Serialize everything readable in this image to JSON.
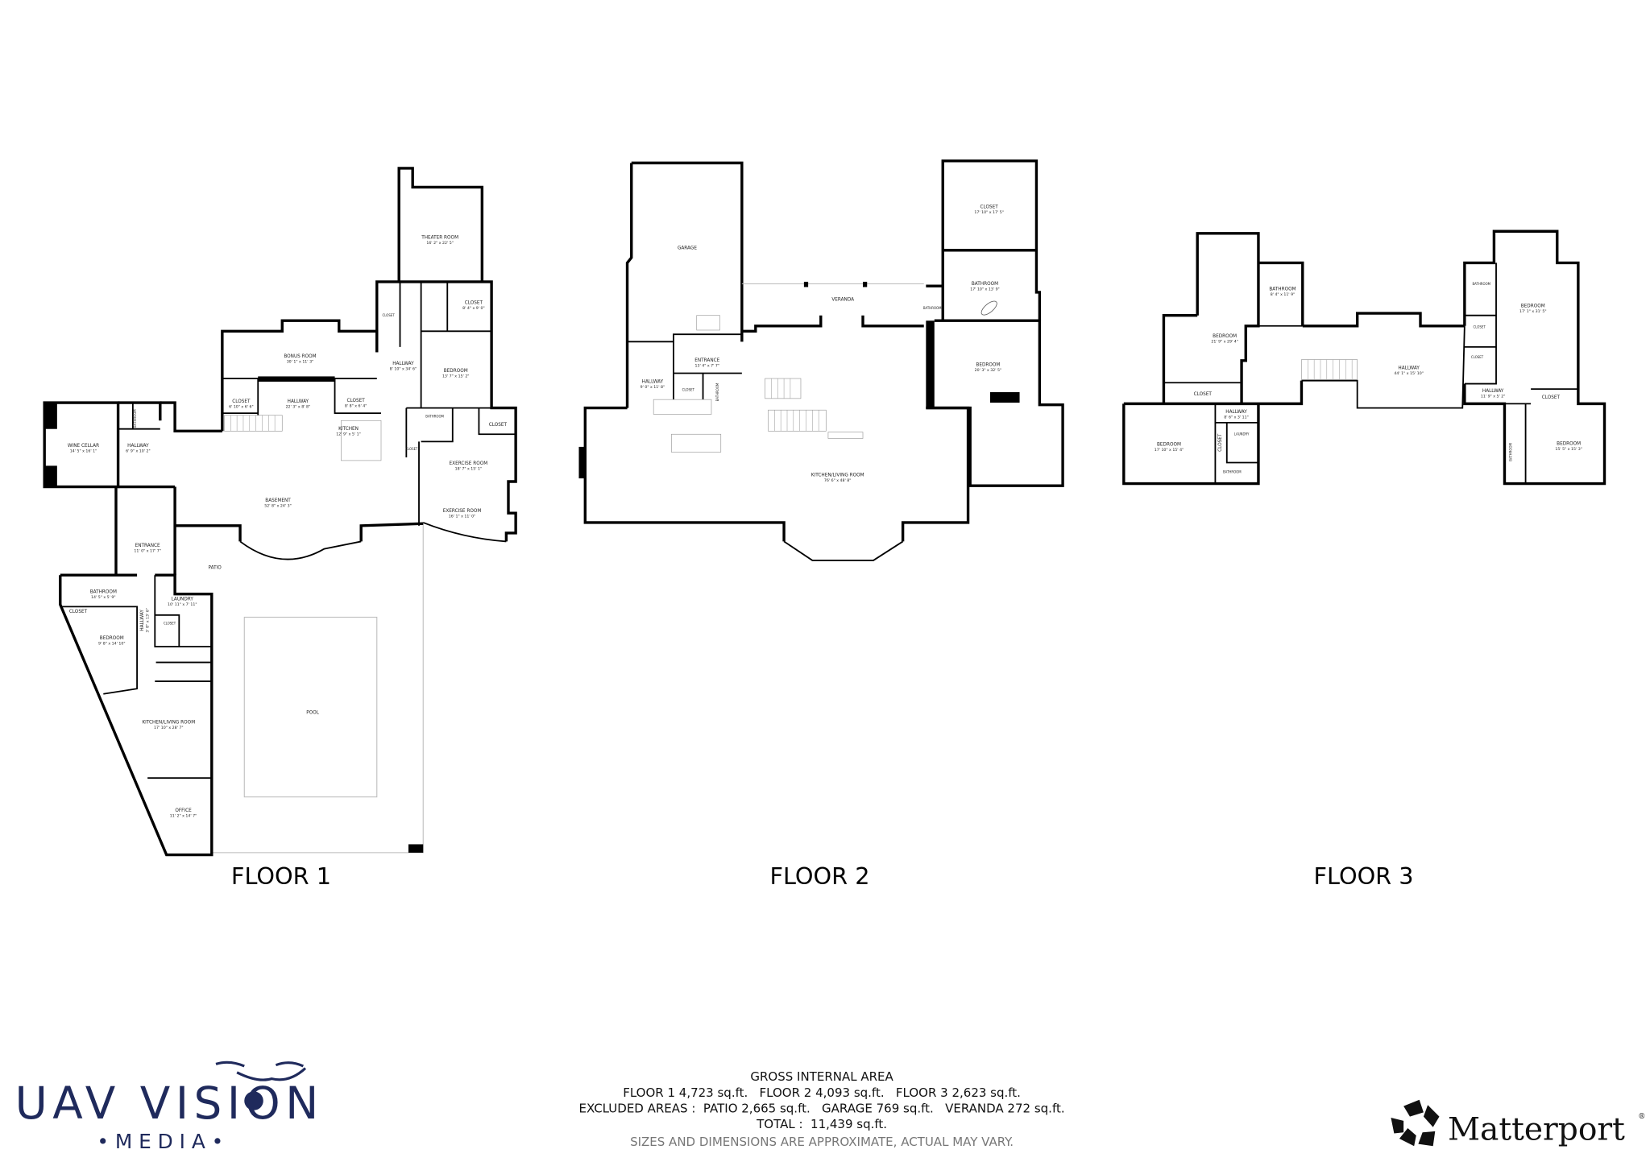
{
  "floors": [
    {
      "label": "FLOOR 1",
      "rooms": [
        {
          "name": "THEATER ROOM",
          "dims": "16' 2\" x 22' 5\""
        },
        {
          "name": "CLOSET",
          "dims": "8' 4\" x 9' 0\""
        },
        {
          "name": "CLOSET",
          "dims": ""
        },
        {
          "name": "BONUS ROOM",
          "dims": "30' 1\" x 11' 3\""
        },
        {
          "name": "HALLWAY",
          "dims": "8' 10\" x 34' 6\""
        },
        {
          "name": "BEDROOM",
          "dims": "13' 7\" x 15' 2\""
        },
        {
          "name": "CLOSET",
          "dims": "6' 10\" x 6' 6\""
        },
        {
          "name": "HALLWAY",
          "dims": "22' 3\" x 8' 8\""
        },
        {
          "name": "CLOSET",
          "dims": "8' 8\" x 6' 4\""
        },
        {
          "name": "KITCHEN",
          "dims": "12' 9\" x 5' 1\""
        },
        {
          "name": "BATHROOM",
          "dims": ""
        },
        {
          "name": "CLOSET",
          "dims": ""
        },
        {
          "name": "WINE CELLAR",
          "dims": "14' 5\" x 16' 1\""
        },
        {
          "name": "HALLWAY",
          "dims": "6' 9\" x 10' 2\""
        },
        {
          "name": "EXERCISE ROOM",
          "dims": "18' 7\" x 15' 1\""
        },
        {
          "name": "BASEMENT",
          "dims": "52' 8\" x 24' 3\""
        },
        {
          "name": "EXERCISE ROOM",
          "dims": "16' 1\" x 11' 0\""
        },
        {
          "name": "ENTRANCE",
          "dims": "11' 0\" x 17' 7\""
        },
        {
          "name": "PATIO",
          "dims": ""
        },
        {
          "name": "BATHROOM",
          "dims": "14' 5\" x 5' 9\""
        },
        {
          "name": "LAUNDRY",
          "dims": "10' 11\" x 7' 11\""
        },
        {
          "name": "CLOSET",
          "dims": ""
        },
        {
          "name": "HALLWAY",
          "dims": "3' 8\" x 13' 6\""
        },
        {
          "name": "CLOSET",
          "dims": ""
        },
        {
          "name": "BEDROOM",
          "dims": "9' 8\" x 14' 10\""
        },
        {
          "name": "POOL",
          "dims": ""
        },
        {
          "name": "KITCHEN/LIVING ROOM",
          "dims": "17' 10\" x 28' 7\""
        },
        {
          "name": "OFFICE",
          "dims": "11' 2\" x 14' 7\""
        },
        {
          "name": "BATHROOM",
          "dims": ""
        },
        {
          "name": "CLOSET",
          "dims": ""
        }
      ]
    },
    {
      "label": "FLOOR 2",
      "rooms": [
        {
          "name": "GARAGE",
          "dims": ""
        },
        {
          "name": "CLOSET",
          "dims": "17' 10\" x 17' 5\""
        },
        {
          "name": "VERANDA",
          "dims": ""
        },
        {
          "name": "BATHROOM",
          "dims": "17' 10\" x 13' 9\""
        },
        {
          "name": "ENTRANCE",
          "dims": "13' 4\" x 7' 7\""
        },
        {
          "name": "BEDROOM",
          "dims": "20' 3\" x 32' 5\""
        },
        {
          "name": "HALLWAY",
          "dims": "9' 0\" x 11' 8\""
        },
        {
          "name": "CLOSET",
          "dims": ""
        },
        {
          "name": "KITCHEN/LIVING ROOM",
          "dims": "76' 6\" x 48' 8\""
        },
        {
          "name": "BATHROOM",
          "dims": ""
        },
        {
          "name": "BATHROOM",
          "dims": ""
        }
      ]
    },
    {
      "label": "FLOOR 3",
      "rooms": [
        {
          "name": "BATHROOM",
          "dims": "8' 4\" x 11' 9\""
        },
        {
          "name": "BEDROOM",
          "dims": "21' 9\" x 29' 4\""
        },
        {
          "name": "BEDROOM",
          "dims": "17' 1\" x 31' 5\""
        },
        {
          "name": "BATHROOM",
          "dims": ""
        },
        {
          "name": "CLOSET",
          "dims": ""
        },
        {
          "name": "CLOSET",
          "dims": ""
        },
        {
          "name": "HALLWAY",
          "dims": "44' 1\" x 15' 10\""
        },
        {
          "name": "CLOSET",
          "dims": ""
        },
        {
          "name": "HALLWAY",
          "dims": "11' 9\" x 5' 2\""
        },
        {
          "name": "CLOSET",
          "dims": ""
        },
        {
          "name": "HALLWAY",
          "dims": "8' 6\" x 3' 11\""
        },
        {
          "name": "LAUNDRY",
          "dims": ""
        },
        {
          "name": "CLOSET",
          "dims": ""
        },
        {
          "name": "BEDROOM",
          "dims": "17' 10\" x 15' 4\""
        },
        {
          "name": "BEDROOM",
          "dims": "15' 5\" x 15' 3\""
        },
        {
          "name": "BATHROOM",
          "dims": ""
        },
        {
          "name": "BATHROOM",
          "dims": ""
        }
      ]
    }
  ],
  "summary": {
    "heading": "GROSS INTERNAL AREA",
    "floors_line": "FLOOR 1 4,723 sq.ft.   FLOOR 2 4,093 sq.ft.   FLOOR 3 2,623 sq.ft.",
    "excluded_line": "EXCLUDED AREAS :  PATIO 2,665 sq.ft.   GARAGE 769 sq.ft.   VERANDA 272 sq.ft.",
    "total_line": "TOTAL :  11,439 sq.ft.",
    "disclaimer": "SIZES AND DIMENSIONS ARE APPROXIMATE, ACTUAL MAY VARY."
  },
  "logos": {
    "uav": {
      "line1": "UAV VISION",
      "line2": "• M E D I A •",
      "color": "#1f2a5c"
    },
    "matterport": {
      "text": "Matterport",
      "mark": "®",
      "color": "#111111"
    }
  }
}
